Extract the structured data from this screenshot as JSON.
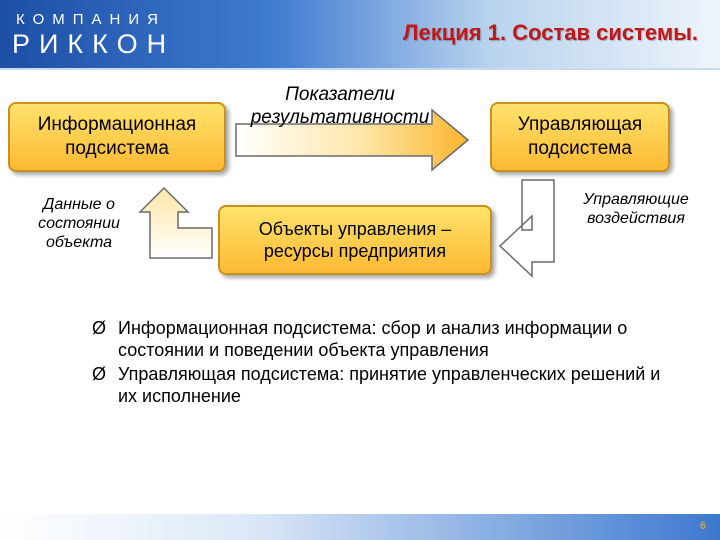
{
  "header": {
    "logo_top": "КОМПАНИЯ",
    "logo_main": "РИККОН",
    "title": "Лекция 1. Состав системы."
  },
  "diagram": {
    "info_subsystem": [
      "Информационная",
      "подсистема"
    ],
    "control_subsystem": [
      "Управляющая",
      "подсистема"
    ],
    "objects": [
      "Объекты управления –",
      "ресурсы предприятия"
    ],
    "perf_label": [
      "Показатели",
      "результативности"
    ],
    "data_label": [
      "Данные о",
      "состоянии",
      "объекта"
    ],
    "control_label": [
      "Управляющие",
      "воздействия"
    ],
    "colors": {
      "box_fill": "#fdc93f",
      "box_border": "#c8901c",
      "arrow_stroke": "#6b6b6b",
      "title": "#c01818"
    }
  },
  "bullets": {
    "marker": "Ø",
    "items": [
      "Информационная подсистема: сбор и анализ информации о состоянии и поведении объекта управления",
      "Управляющая подсистема: принятие управленческих решений и их исполнение"
    ]
  },
  "footer": {
    "page": "6"
  }
}
